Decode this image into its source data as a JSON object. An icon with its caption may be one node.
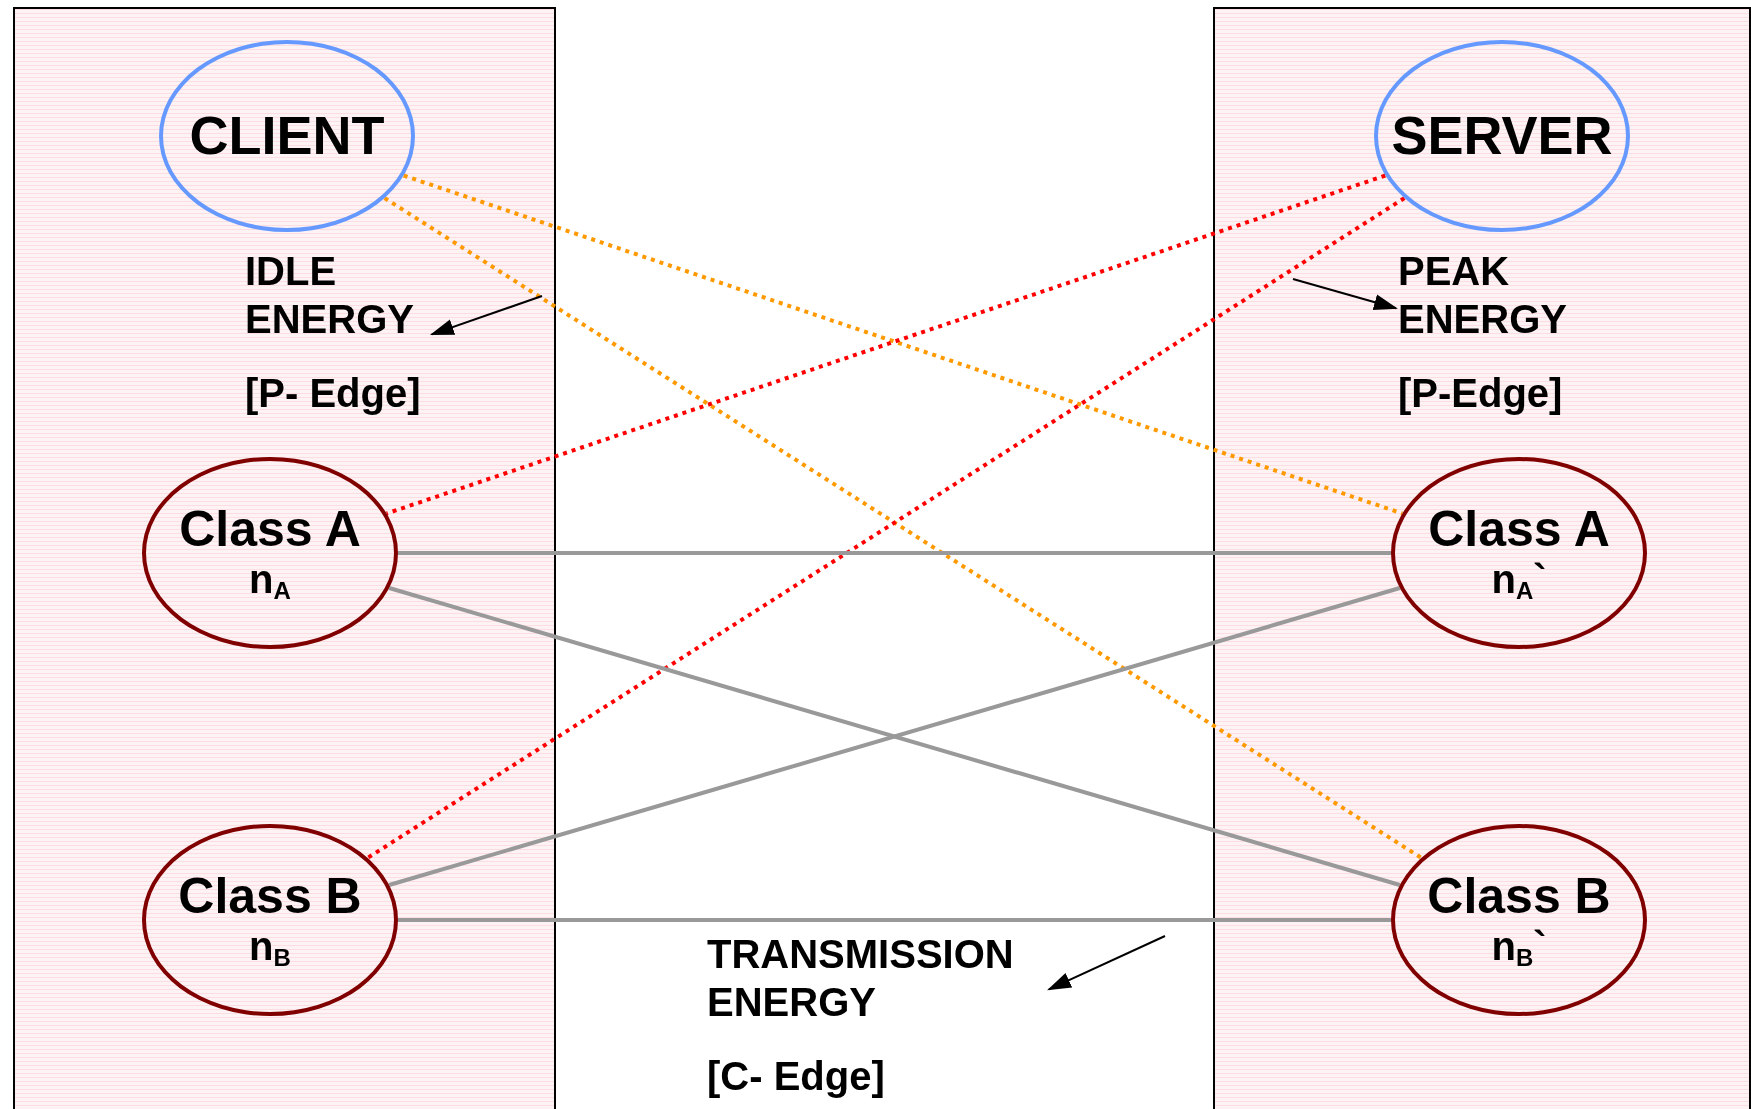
{
  "diagram": {
    "nodes": [
      {
        "text": [],
        "shape": "box"
      },
      {
        "text": [
          "CLIENT"
        ],
        "in": 0
      },
      {
        "text": [
          "Class A",
          "n$_{A}$"
        ],
        "in": 0
      },
      {
        "text": [
          "Class B",
          "n$_{B}$"
        ],
        "in": 0
      },
      {
        "text": [],
        "shape": "box"
      },
      {
        "text": [
          "SERVER"
        ],
        "in": 4
      },
      {
        "text": [
          "Class A",
          "n$_{A}$`"
        ],
        "in": 4
      },
      {
        "text": [
          "Class B",
          "n$_{B}$`"
        ],
        "in": 4
      },
      {
        "text": [
          "IDLE ENERGY",
          "[P- Edge]"
        ],
        "in": 0
      },
      {
        "text": [
          "PEAK ENERGY",
          "[P-Edge]"
        ],
        "in": 4
      },
      {
        "text": [
          "TRANSMISSION ENERGY",
          "[C- Edge]"
        ]
      }
    ],
    "edges": [
      {
        "from": 1,
        "to": 6,
        "arrow": "none",
        "style": "dashed",
        "color": "#ff9900"
      },
      {
        "from": 1,
        "to": 7,
        "arrow": "none",
        "style": "dashed",
        "color": "#ff9900"
      },
      {
        "from": 5,
        "to": 2,
        "arrow": "none",
        "style": "dashed",
        "color": "#ff0000"
      },
      {
        "from": 5,
        "to": 3,
        "arrow": "none",
        "style": "dashed",
        "color": "#ff0000"
      },
      {
        "from": 2,
        "to": 6,
        "arrow": "none"
      },
      {
        "from": 2,
        "to": 7,
        "arrow": "none"
      },
      {
        "from": 3,
        "to": 6,
        "arrow": "none"
      },
      {
        "from": 3,
        "to": 7,
        "arrow": "none"
      },
      {
        "from": null,
        "to": 8,
        "arrow": "to",
        "color": "#000000"
      },
      {
        "from": null,
        "to": 9,
        "arrow": "to",
        "color": "#000000"
      },
      {
        "from": null,
        "to": 10,
        "arrow": "to",
        "color": "#000000"
      }
    ]
  }
}
